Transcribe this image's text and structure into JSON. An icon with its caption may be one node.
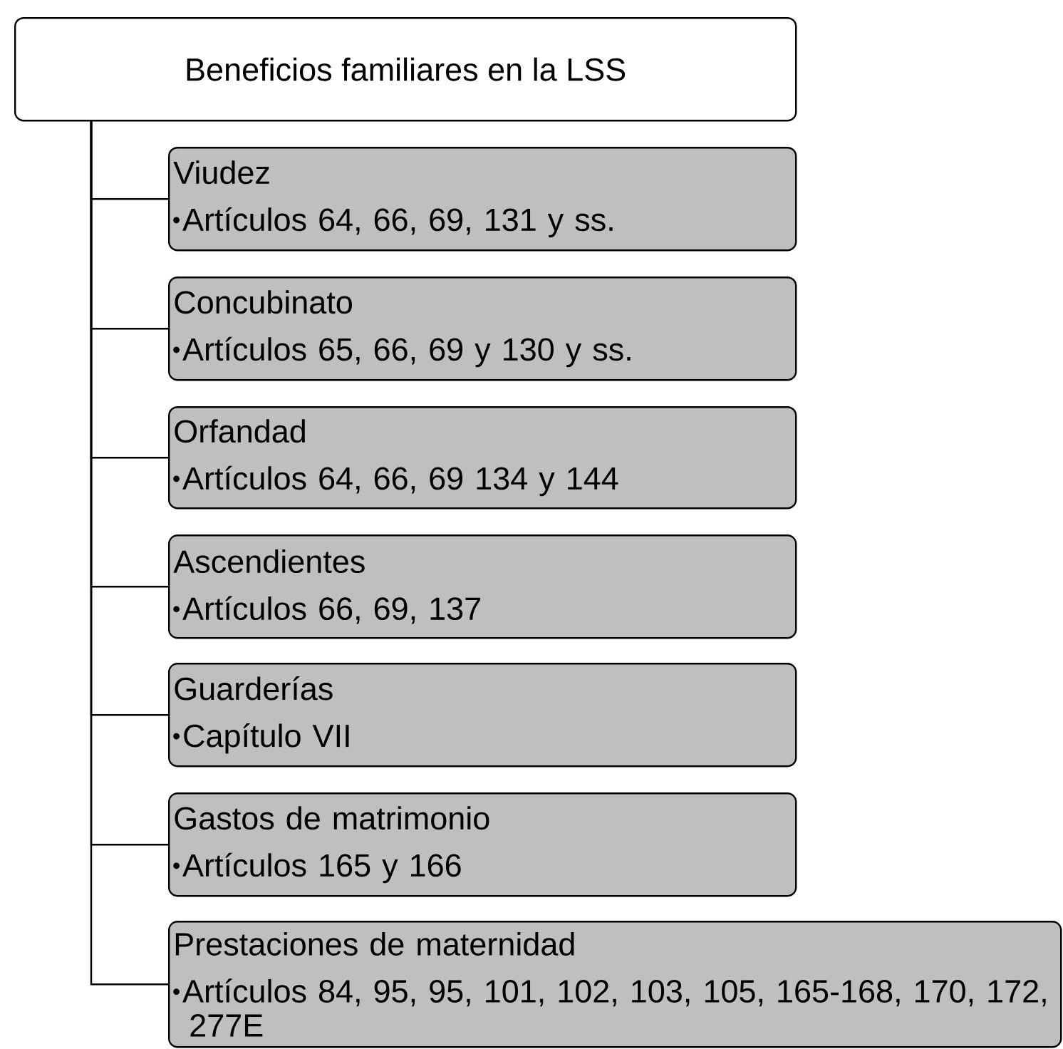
{
  "diagram": {
    "nodes": [
      {
        "text": [
          "Beneficios familiares en la LSS"
        ]
      },
      {
        "text": [
          "Viudez",
          "Artículos 64, 66, 69, 131 y ss."
        ]
      },
      {
        "text": [
          "Concubinato",
          "Artículos 65, 66, 69 y 130 y ss."
        ]
      },
      {
        "text": [
          "Orfandad",
          "Artículos 64, 66, 69 134 y 144"
        ]
      },
      {
        "text": [
          "Ascendientes",
          "Artículos 66, 69, 137"
        ]
      },
      {
        "text": [
          "Guarderías",
          "Capítulo VII"
        ]
      },
      {
        "text": [
          "Gastos de matrimonio",
          "Artículos 165 y 166"
        ]
      },
      {
        "text": [
          "Prestaciones de maternidad",
          "Artículos 84, 95, 95, 101, 102, 103, 105, 165-168, 170, 172, 277E"
        ]
      }
    ],
    "edges": [
      {
        "from": 0,
        "to": 1,
        "arrow": "none"
      },
      {
        "from": 0,
        "to": 2,
        "arrow": "none"
      },
      {
        "from": 0,
        "to": 3,
        "arrow": "none"
      },
      {
        "from": 0,
        "to": 4,
        "arrow": "none"
      },
      {
        "from": 0,
        "to": 5,
        "arrow": "none"
      },
      {
        "from": 0,
        "to": 6,
        "arrow": "none"
      },
      {
        "from": 0,
        "to": 7,
        "arrow": "none"
      }
    ]
  }
}
